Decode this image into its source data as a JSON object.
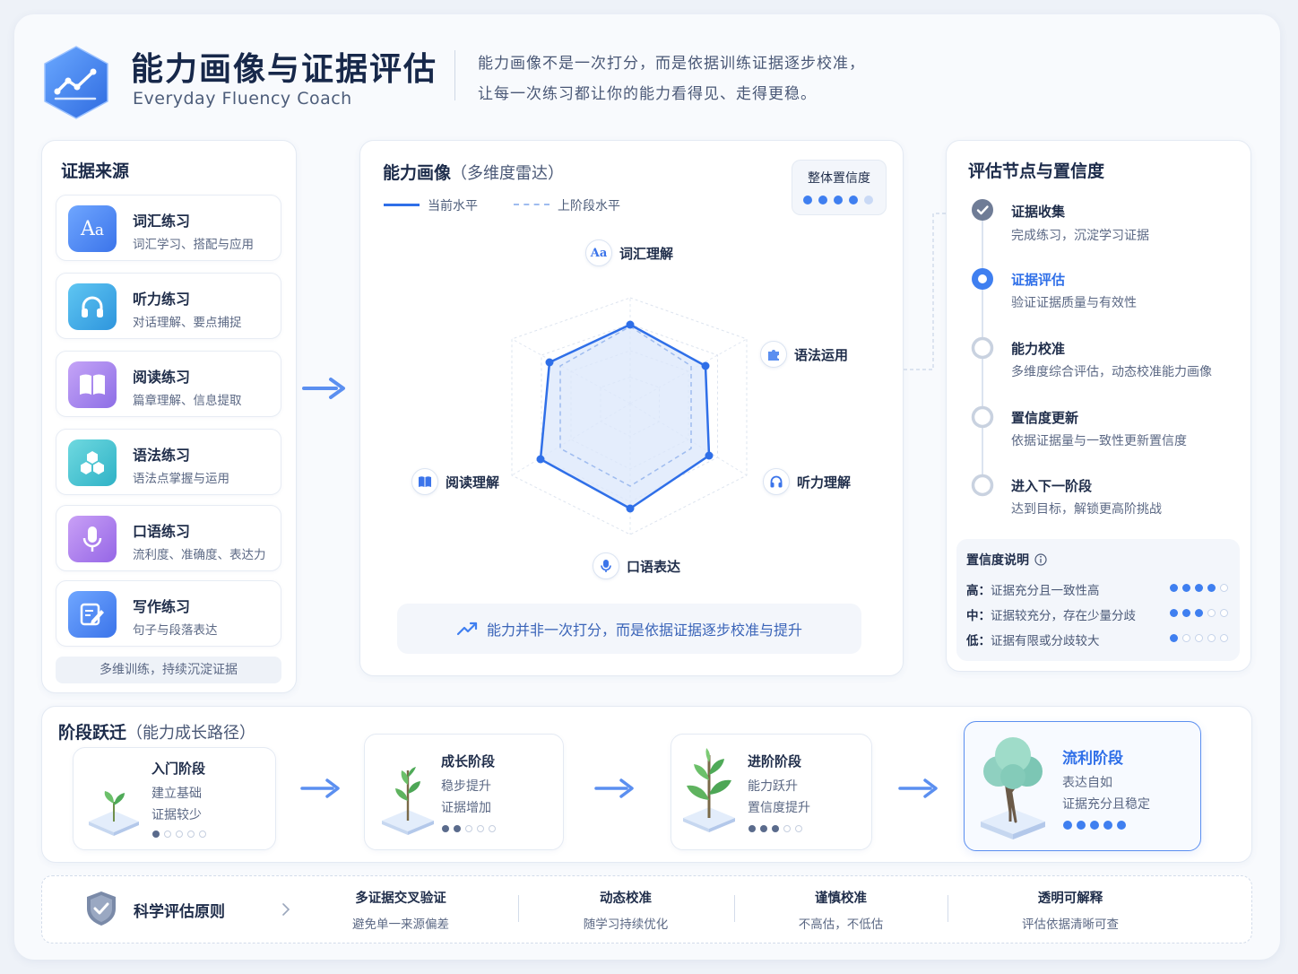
{
  "header": {
    "title": "能力画像与证据评估",
    "subtitle": "Everyday Fluency Coach",
    "desc_line1": "能力画像不是一次打分，而是依据训练证据逐步校准，",
    "desc_line2": "让每一次练习都让你的能力看得见、走得更稳。"
  },
  "evidence": {
    "title": "证据来源",
    "items": [
      {
        "name": "词汇练习",
        "desc": "词汇学习、搭配与应用",
        "icon": "aa-icon"
      },
      {
        "name": "听力练习",
        "desc": "对话理解、要点捕捉",
        "icon": "headphones-icon"
      },
      {
        "name": "阅读练习",
        "desc": "篇章理解、信息提取",
        "icon": "book-icon"
      },
      {
        "name": "语法练习",
        "desc": "语法点掌握与运用",
        "icon": "hexagon-cubes-icon"
      },
      {
        "name": "口语练习",
        "desc": "流利度、准确度、表达力",
        "icon": "microphone-icon"
      },
      {
        "name": "写作练习",
        "desc": "句子与段落表达",
        "icon": "edit-icon"
      }
    ],
    "footer": "多维训练，持续沉淀证据"
  },
  "radar": {
    "title": "能力画像",
    "title_note": "（多维度雷达）",
    "legend_current": "当前水平",
    "legend_previous": "上阶段水平",
    "overall_conf_label": "整体置信度",
    "overall_conf_level": 4,
    "overall_conf_max": 5,
    "axes": [
      "词汇理解",
      "语法运用",
      "听力理解",
      "口语表达",
      "阅读理解"
    ],
    "note": "能力并非一次打分，而是依据证据逐步校准与提升",
    "colors": {
      "current": "#2f6fe8",
      "previous": "#9fbcef",
      "fill": "#dbe7fb"
    }
  },
  "timeline": {
    "title": "评估节点与置信度",
    "steps": [
      {
        "title": "证据收集",
        "desc": "完成练习，沉淀学习证据",
        "state": "done"
      },
      {
        "title": "证据评估",
        "desc": "验证证据质量与有效性",
        "state": "active"
      },
      {
        "title": "能力校准",
        "desc": "多维度综合评估，动态校准能力画像",
        "state": "pending"
      },
      {
        "title": "置信度更新",
        "desc": "依据证据量与一致性更新置信度",
        "state": "pending"
      },
      {
        "title": "进入下一阶段",
        "desc": "达到目标，解锁更高阶挑战",
        "state": "pending"
      }
    ],
    "legend_title": "置信度说明",
    "legend": [
      {
        "level": "高：",
        "text": "证据充分且一致性高",
        "filled": 4
      },
      {
        "level": "中：",
        "text": "证据较充分，存在少量分歧",
        "filled": 3
      },
      {
        "level": "低：",
        "text": "证据有限或分歧较大",
        "filled": 1
      }
    ]
  },
  "stages": {
    "title": "阶段跃迁",
    "title_note": "（能力成长路径）",
    "items": [
      {
        "name": "入门阶段",
        "line1": "建立基础",
        "line2": "证据较少",
        "filled": 1
      },
      {
        "name": "成长阶段",
        "line1": "稳步提升",
        "line2": "证据增加",
        "filled": 2
      },
      {
        "name": "进阶阶段",
        "line1": "能力跃升",
        "line2": "置信度提升",
        "filled": 3
      },
      {
        "name": "流利阶段",
        "line1": "表达自如",
        "line2": "证据充分且稳定",
        "filled": 5
      }
    ]
  },
  "principles": {
    "title": "科学评估原则",
    "items": [
      {
        "t": "多证据交叉验证",
        "d": "避免单一来源偏差"
      },
      {
        "t": "动态校准",
        "d": "随学习持续优化"
      },
      {
        "t": "谨慎校准",
        "d": "不高估，不低估"
      },
      {
        "t": "透明可解释",
        "d": "评估依据清晰可查"
      }
    ]
  }
}
